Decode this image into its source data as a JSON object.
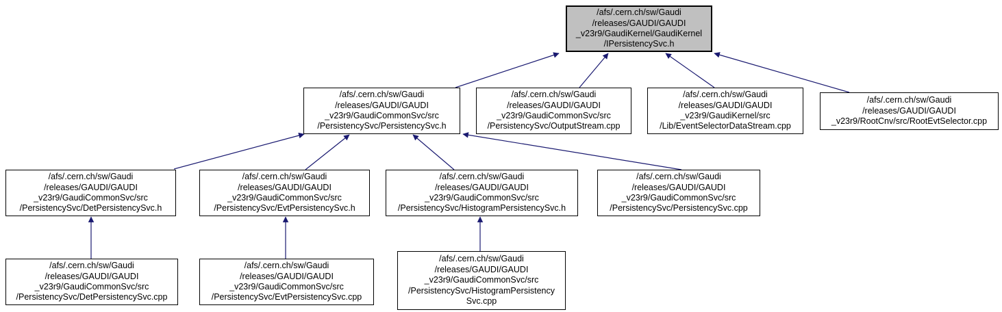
{
  "diagram": {
    "type": "include-dependency-graph",
    "colors": {
      "edge": "#191970",
      "node_border": "#000000",
      "node_fill": "#ffffff",
      "highlight_fill": "#c0c0c0",
      "text": "#000000",
      "background": "#ffffff"
    },
    "nodes": [
      {
        "id": "ipersistencysvc-h",
        "highlighted": true,
        "lines": [
          "/afs/.cern.ch/sw/Gaudi",
          "/releases/GAUDI/GAUDI",
          "_v23r9/GaudiKernel/GaudiKernel",
          "/IPersistencySvc.h"
        ]
      },
      {
        "id": "persistencysvc-h",
        "highlighted": false,
        "lines": [
          "/afs/.cern.ch/sw/Gaudi",
          "/releases/GAUDI/GAUDI",
          "_v23r9/GaudiCommonSvc/src",
          "/PersistencySvc/PersistencySvc.h"
        ]
      },
      {
        "id": "outputstream-cpp",
        "highlighted": false,
        "lines": [
          "/afs/.cern.ch/sw/Gaudi",
          "/releases/GAUDI/GAUDI",
          "_v23r9/GaudiCommonSvc/src",
          "/PersistencySvc/OutputStream.cpp"
        ]
      },
      {
        "id": "eventselectordatastream-cpp",
        "highlighted": false,
        "lines": [
          "/afs/.cern.ch/sw/Gaudi",
          "/releases/GAUDI/GAUDI",
          "_v23r9/GaudiKernel/src",
          "/Lib/EventSelectorDataStream.cpp"
        ]
      },
      {
        "id": "rootevtselector-cpp",
        "highlighted": false,
        "lines": [
          "/afs/.cern.ch/sw/Gaudi",
          "/releases/GAUDI/GAUDI",
          "_v23r9/RootCnv/src/RootEvtSelector.cpp"
        ]
      },
      {
        "id": "detpersistencysvc-h",
        "highlighted": false,
        "lines": [
          "/afs/.cern.ch/sw/Gaudi",
          "/releases/GAUDI/GAUDI",
          "_v23r9/GaudiCommonSvc/src",
          "/PersistencySvc/DetPersistencySvc.h"
        ]
      },
      {
        "id": "evtpersistencysvc-h",
        "highlighted": false,
        "lines": [
          "/afs/.cern.ch/sw/Gaudi",
          "/releases/GAUDI/GAUDI",
          "_v23r9/GaudiCommonSvc/src",
          "/PersistencySvc/EvtPersistencySvc.h"
        ]
      },
      {
        "id": "histogrampersistencysvc-h",
        "highlighted": false,
        "lines": [
          "/afs/.cern.ch/sw/Gaudi",
          "/releases/GAUDI/GAUDI",
          "_v23r9/GaudiCommonSvc/src",
          "/PersistencySvc/HistogramPersistencySvc.h"
        ]
      },
      {
        "id": "persistencysvc-cpp",
        "highlighted": false,
        "lines": [
          "/afs/.cern.ch/sw/Gaudi",
          "/releases/GAUDI/GAUDI",
          "_v23r9/GaudiCommonSvc/src",
          "/PersistencySvc/PersistencySvc.cpp"
        ]
      },
      {
        "id": "detpersistencysvc-cpp",
        "highlighted": false,
        "lines": [
          "/afs/.cern.ch/sw/Gaudi",
          "/releases/GAUDI/GAUDI",
          "_v23r9/GaudiCommonSvc/src",
          "/PersistencySvc/DetPersistencySvc.cpp"
        ]
      },
      {
        "id": "evtpersistencysvc-cpp",
        "highlighted": false,
        "lines": [
          "/afs/.cern.ch/sw/Gaudi",
          "/releases/GAUDI/GAUDI",
          "_v23r9/GaudiCommonSvc/src",
          "/PersistencySvc/EvtPersistencySvc.cpp"
        ]
      },
      {
        "id": "histogrampersistencysvc-cpp",
        "highlighted": false,
        "lines": [
          "/afs/.cern.ch/sw/Gaudi",
          "/releases/GAUDI/GAUDI",
          "_v23r9/GaudiCommonSvc/src",
          "/PersistencySvc/HistogramPersistency",
          "Svc.cpp"
        ]
      }
    ],
    "edges": [
      {
        "from": "persistencysvc-h",
        "to": "ipersistencysvc-h"
      },
      {
        "from": "outputstream-cpp",
        "to": "ipersistencysvc-h"
      },
      {
        "from": "eventselectordatastream-cpp",
        "to": "ipersistencysvc-h"
      },
      {
        "from": "rootevtselector-cpp",
        "to": "ipersistencysvc-h"
      },
      {
        "from": "detpersistencysvc-h",
        "to": "persistencysvc-h"
      },
      {
        "from": "evtpersistencysvc-h",
        "to": "persistencysvc-h"
      },
      {
        "from": "histogrampersistencysvc-h",
        "to": "persistencysvc-h"
      },
      {
        "from": "persistencysvc-cpp",
        "to": "persistencysvc-h"
      },
      {
        "from": "detpersistencysvc-cpp",
        "to": "detpersistencysvc-h"
      },
      {
        "from": "evtpersistencysvc-cpp",
        "to": "evtpersistencysvc-h"
      },
      {
        "from": "histogrampersistencysvc-cpp",
        "to": "histogrampersistencysvc-h"
      }
    ]
  }
}
